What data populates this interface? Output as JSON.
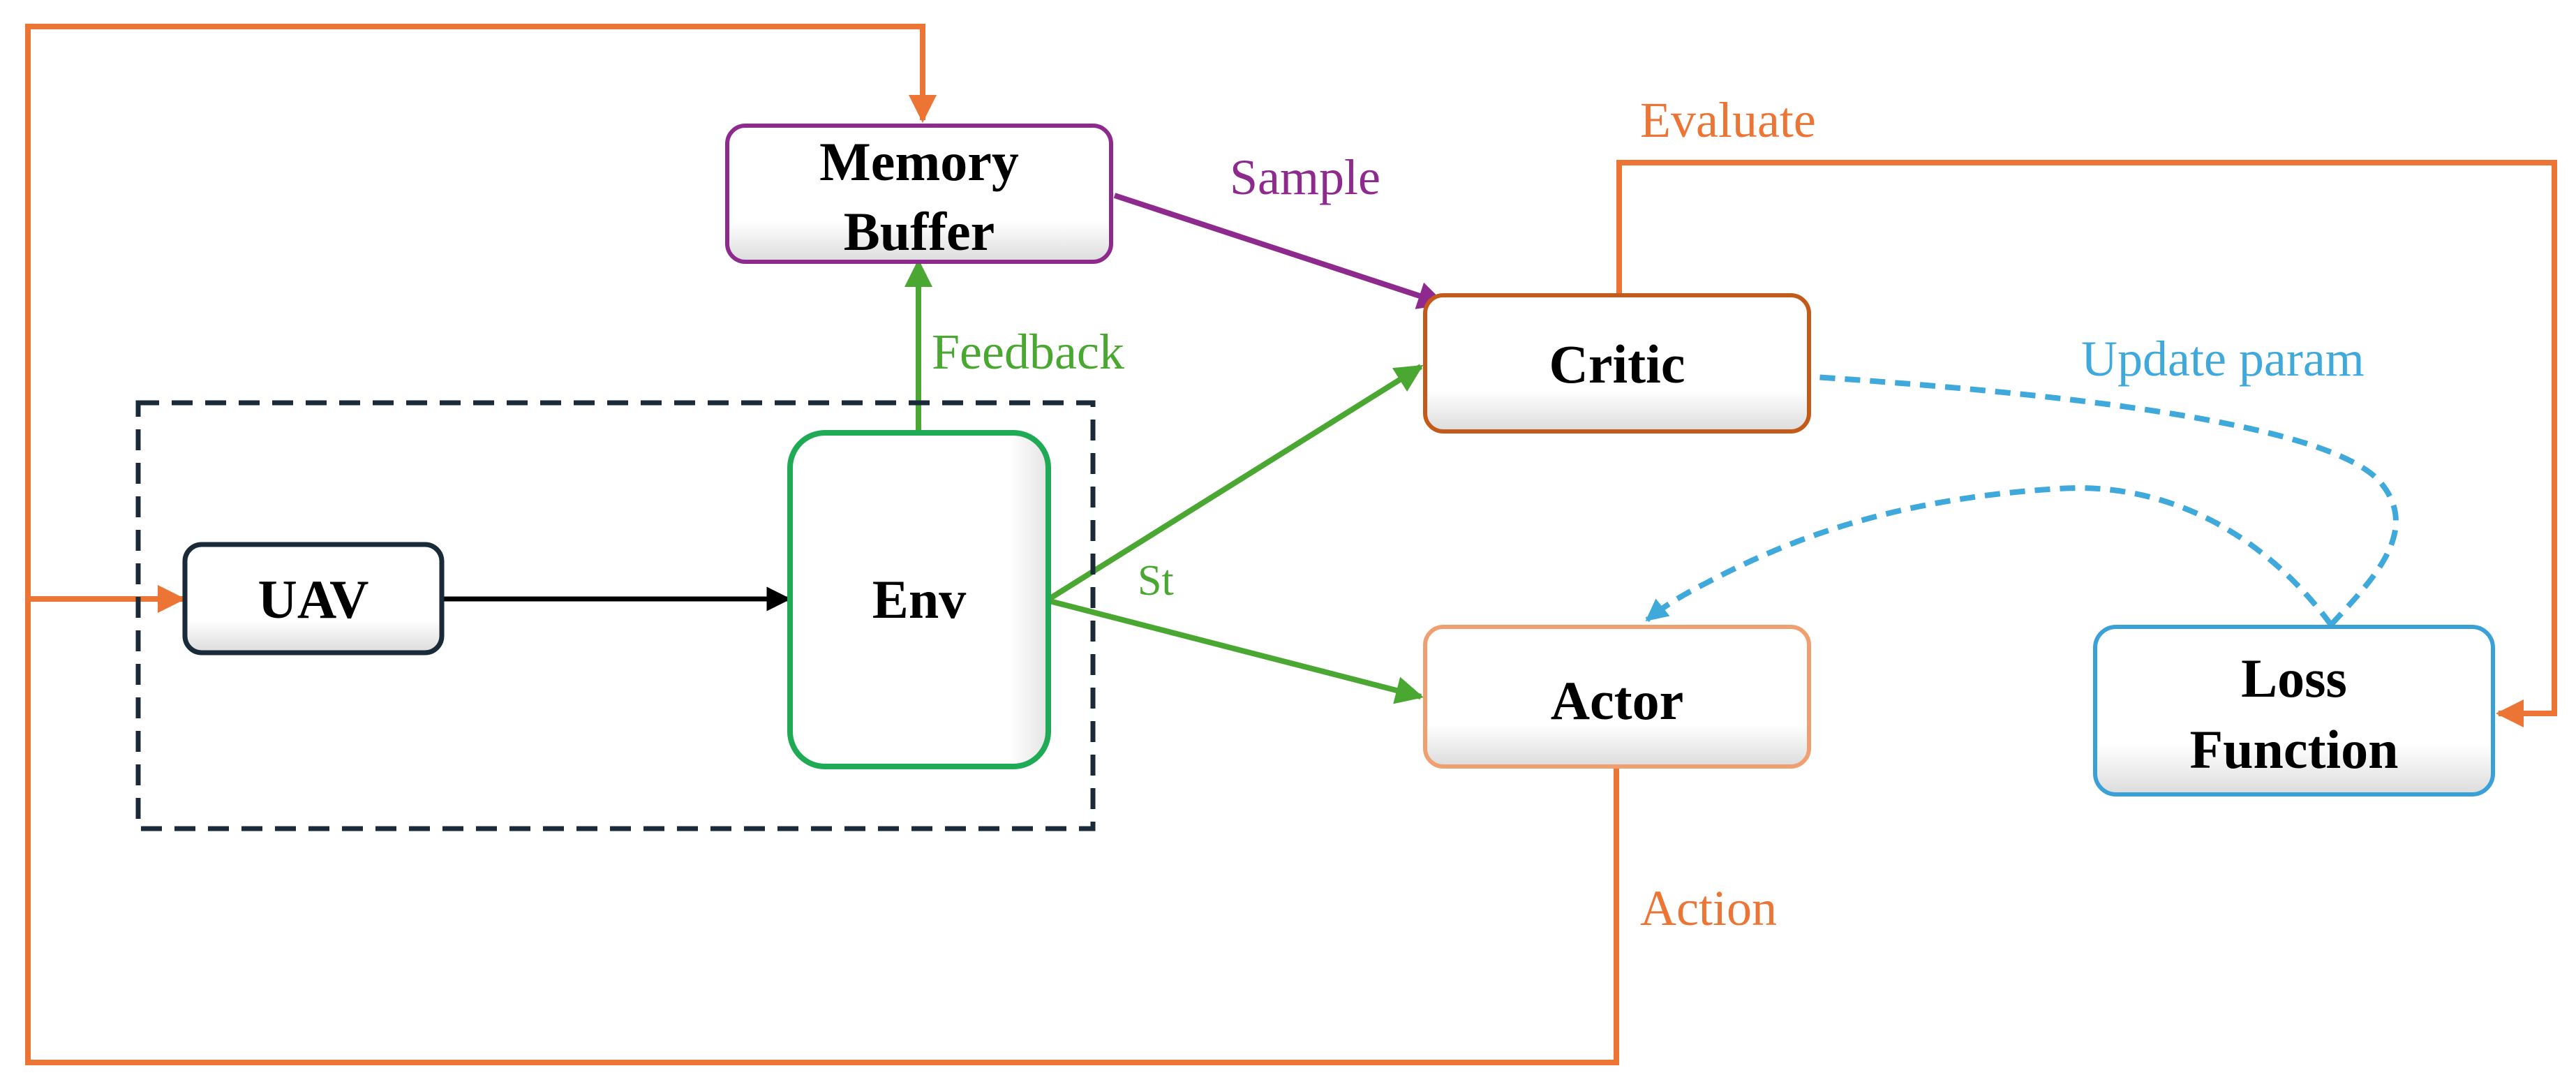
{
  "nodes": {
    "memory_buffer": {
      "line1": "Memory",
      "line2": "Buffer",
      "border": "#8e2a8e"
    },
    "critic": {
      "label": "Critic",
      "border": "#c45a1a"
    },
    "actor": {
      "label": "Actor",
      "border": "#f0a070"
    },
    "uav": {
      "label": "UAV",
      "border": "#1b2a38"
    },
    "env": {
      "label": "Env",
      "border": "#1faa55"
    },
    "loss_function": {
      "line1": "Loss",
      "line2": "Function",
      "border": "#3aa0d8"
    }
  },
  "edges": {
    "sample": {
      "label": "Sample",
      "color": "#8e2a8e"
    },
    "feedback": {
      "label": "Feedback",
      "color": "#4aa832"
    },
    "st": {
      "label": "St",
      "color": "#4aa832"
    },
    "evaluate": {
      "label": "Evaluate",
      "color": "#ec7535"
    },
    "update_param": {
      "label": "Update param",
      "color": "#3fa9dc"
    },
    "action": {
      "label": "Action",
      "color": "#ec7535"
    }
  }
}
